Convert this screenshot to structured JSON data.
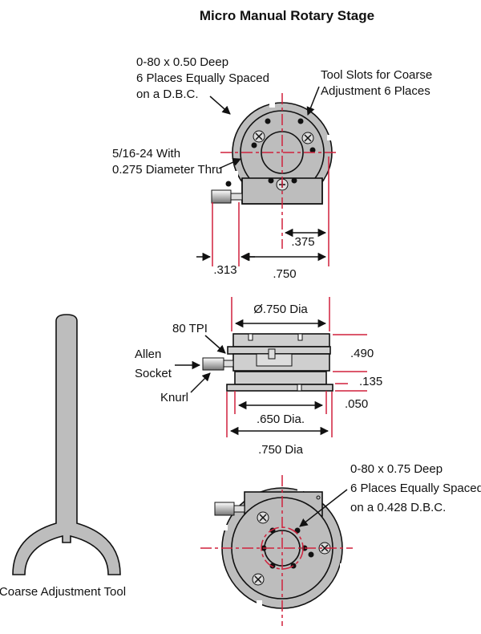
{
  "title": "Micro Manual Rotary Stage",
  "top_view": {
    "callout_holes": [
      "0-80 x 0.50 Deep",
      "6 Places Equally Spaced",
      "on a D.B.C."
    ],
    "callout_slots": [
      "Tool Slots for Coarse",
      "Adjustment 6 Places"
    ],
    "callout_thread": [
      "5/16-24 With",
      "0.275 Diameter Thru"
    ],
    "dim_375": ".375",
    "dim_313": ".313",
    "dim_750": ".750"
  },
  "side_view": {
    "dim_top_dia": "Ø.750 Dia",
    "label_tpi": "80 TPI",
    "label_allen": [
      "Allen",
      "Socket"
    ],
    "label_knurl": "Knurl",
    "dim_490": ".490",
    "dim_135": ".135",
    "dim_050": ".050",
    "dim_650": ".650 Dia.",
    "dim_750": ".750 Dia"
  },
  "bottom_view": {
    "callout_holes": [
      "0-80 x 0.75 Deep",
      "6 Places Equally Spaced",
      "on a 0.428 D.B.C."
    ]
  },
  "tool": {
    "label": "Coarse Adjustment Tool"
  }
}
